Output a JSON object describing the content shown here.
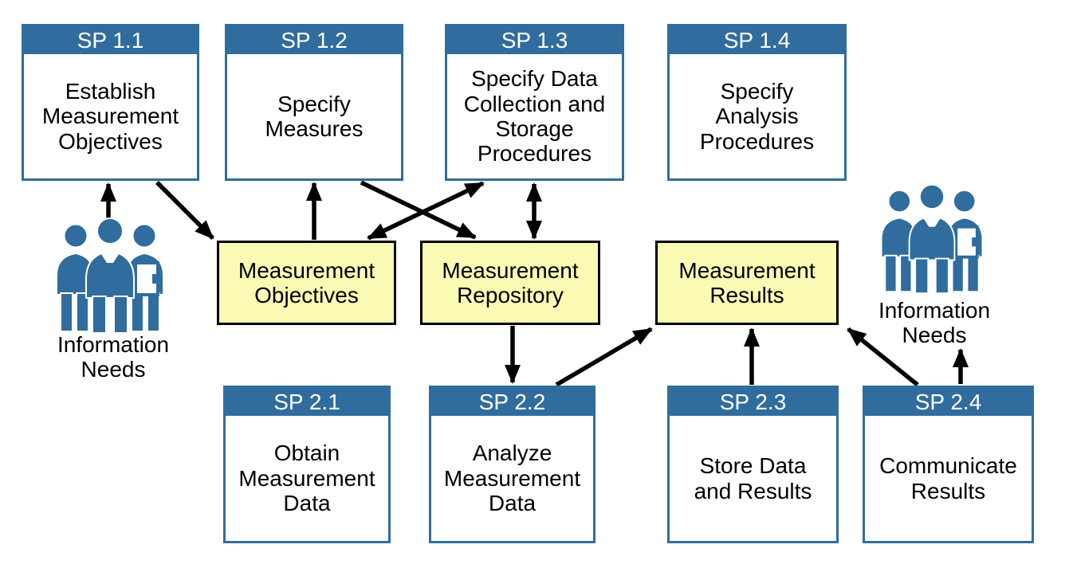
{
  "diagram": {
    "top_row": [
      {
        "code": "SP 1.1",
        "label": "Establish\nMeasurement\nObjectives"
      },
      {
        "code": "SP 1.2",
        "label": "Specify\nMeasures"
      },
      {
        "code": "SP 1.3",
        "label": "Specify Data\nCollection and\nStorage\nProcedures"
      },
      {
        "code": "SP 1.4",
        "label": "Specify\nAnalysis\nProcedures"
      }
    ],
    "bottom_row": [
      {
        "code": "SP 2.1",
        "label": "Obtain\nMeasurement\nData"
      },
      {
        "code": "SP 2.2",
        "label": "Analyze\nMeasurement\nData"
      },
      {
        "code": "SP 2.3",
        "label": "Store Data\nand Results"
      },
      {
        "code": "SP 2.4",
        "label": "Communicate\nResults"
      }
    ],
    "stores": [
      {
        "label": "Measurement\nObjectives"
      },
      {
        "label": "Measurement\nRepository"
      },
      {
        "label": "Measurement\nResults"
      }
    ],
    "actors": {
      "left": {
        "label": "Information\nNeeds"
      },
      "right": {
        "label": "Information\nNeeds"
      }
    },
    "colors": {
      "header_blue": "#306d9e",
      "store_yellow": "#fafab4",
      "arrow_black": "#000000",
      "header_text_white": "#ffffff",
      "body_text_black": "#000000"
    }
  }
}
